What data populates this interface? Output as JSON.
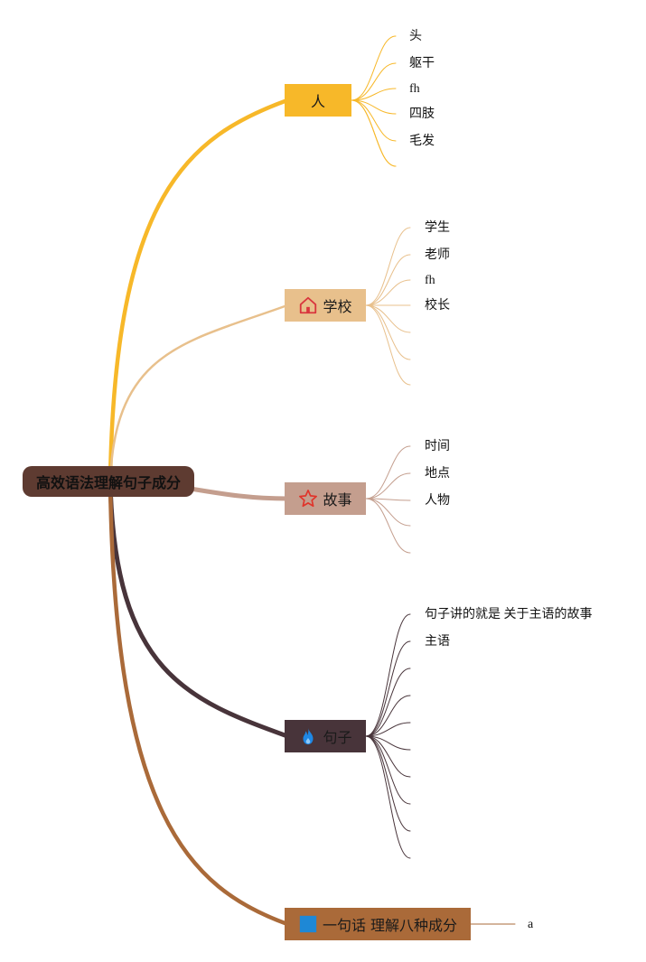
{
  "root": {
    "label": "高效语法理解句子成分",
    "color": "#5e3b31"
  },
  "branches": [
    {
      "label": "人",
      "color": "#f7b829",
      "icon": "none",
      "leaves": [
        "头",
        "躯干",
        "fh",
        "四肢",
        "毛发",
        "",
        ""
      ]
    },
    {
      "label": "学校",
      "color": "#e8c08c",
      "icon": "home-icon",
      "leaves": [
        "学生",
        "老师",
        "fh",
        "校长",
        "",
        "",
        ""
      ]
    },
    {
      "label": "故事",
      "color": "#c49e8e",
      "icon": "star-icon",
      "leaves": [
        "时间",
        "地点",
        "人物",
        "",
        ""
      ]
    },
    {
      "label": "句子",
      "color": "#48343a",
      "icon": "flame-icon",
      "leaves": [
        "句子讲的就是 关于主语的故事",
        "主语",
        "",
        "",
        "",
        "",
        "",
        "",
        "",
        ""
      ]
    },
    {
      "label": "一句话 理解八种成分",
      "color": "#aa6a39",
      "icon": "square-icon",
      "leaves": [
        "a"
      ]
    }
  ]
}
